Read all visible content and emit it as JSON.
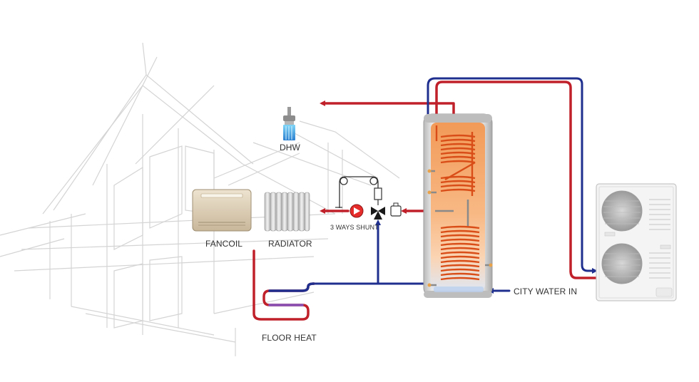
{
  "labels": {
    "dhw": "DHW",
    "fancoil": "FANCOIL",
    "radiator": "RADIATOR",
    "shunt": "3 WAYS SHUNT",
    "floor_heat": "FLOOR HEAT",
    "city_water": "CITY WATER IN"
  },
  "colors": {
    "hot_pipe": "#c0202a",
    "cold_pipe": "#1f2f8f",
    "sketch": "#d0d0d0",
    "tank_shell": "#c9c9c9",
    "tank_glow": "#f7a35c",
    "coil": "#e8622a"
  },
  "icons": [
    "house-sketch-background",
    "dhw-faucet-icon",
    "fancoil-icon",
    "radiator-icon",
    "pump-icon",
    "three-way-valve-icon",
    "heat-pump-outdoor-unit-icon",
    "storage-tank-icon"
  ]
}
